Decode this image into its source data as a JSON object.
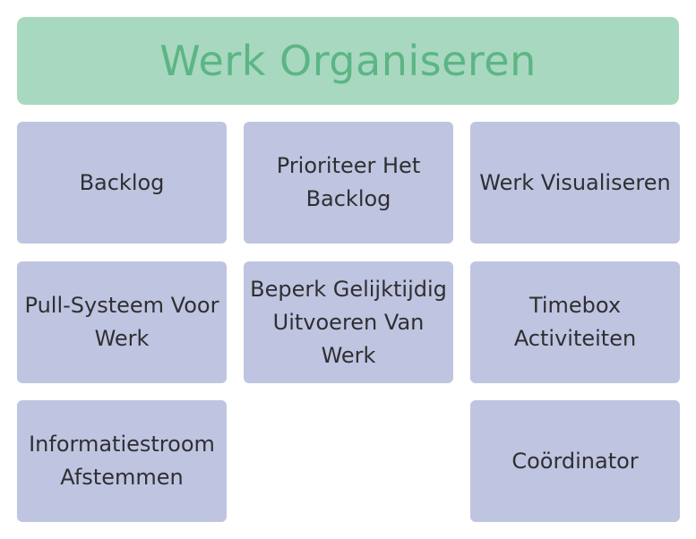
{
  "header": {
    "title": "Werk Organiseren"
  },
  "tiles": [
    {
      "label": "Backlog"
    },
    {
      "label": "Prioriteer Het Backlog"
    },
    {
      "label": "Werk Visualiseren"
    },
    {
      "label": "Pull-Systeem Voor Werk"
    },
    {
      "label": "Beperk Gelijktijdig Uitvoeren Van Werk"
    },
    {
      "label": "Timebox Activiteiten"
    },
    {
      "label": "Informatiestroom Afstemmen"
    },
    {
      "label": "Coördinator"
    }
  ],
  "colors": {
    "header_bg": "#a8d8bf",
    "header_text": "#5cb585",
    "tile_bg": "#bfc5e0",
    "tile_text": "#2f2f33"
  }
}
